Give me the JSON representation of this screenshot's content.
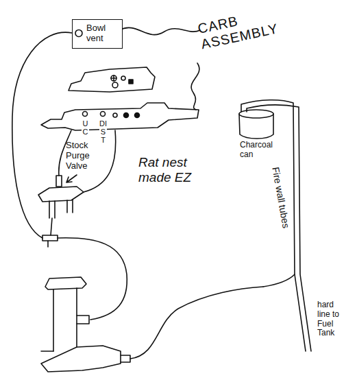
{
  "diagram": {
    "nodes": [
      {
        "text": [
          "Bowl vent"
        ]
      }
    ],
    "labels": [
      "CARB ASSEMBLY",
      "UC",
      "DIST",
      "Stock Purge Valve",
      "Rat nest made EZ",
      "Charcoal can",
      "Fire wall tubes",
      "hard line to Fuel Tank"
    ]
  }
}
